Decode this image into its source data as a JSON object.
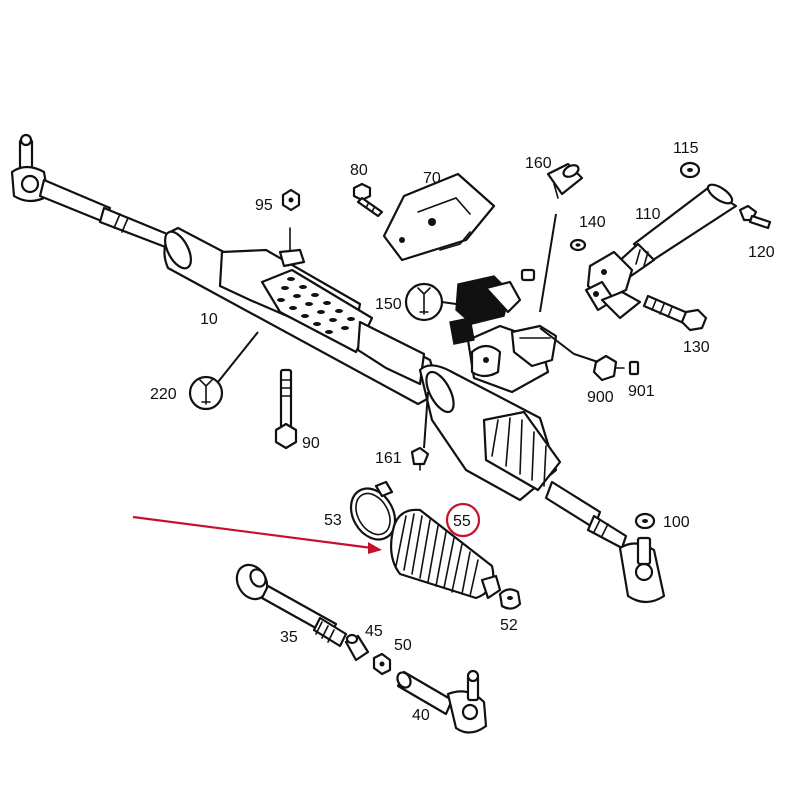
{
  "diagram": {
    "callouts": {
      "c10": "10",
      "c35": "35",
      "c40": "40",
      "c45": "45",
      "c50": "50",
      "c52": "52",
      "c53": "53",
      "c55": "55",
      "c70": "70",
      "c80": "80",
      "c90": "90",
      "c95": "95",
      "c100": "100",
      "c110": "110",
      "c115": "115",
      "c120": "120",
      "c130": "130",
      "c140": "140",
      "c150": "150",
      "c160": "160",
      "c161": "161",
      "c220": "220",
      "c900": "900",
      "c901": "901"
    },
    "highlight": {
      "part": "55",
      "color": "#c8102e"
    }
  }
}
